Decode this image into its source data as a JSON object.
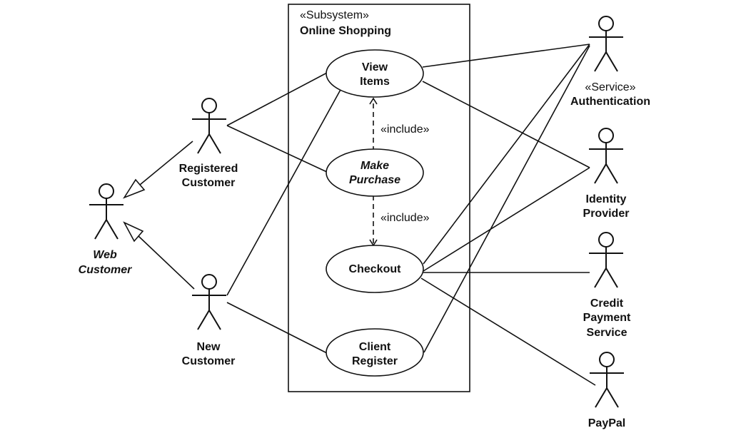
{
  "subsystem": {
    "stereotype": "«Subsystem»",
    "name": "Online Shopping"
  },
  "use_cases": {
    "view_items": {
      "line1": "View",
      "line2": "Items"
    },
    "make_purchase": {
      "line1": "Make",
      "line2": "Purchase"
    },
    "checkout": {
      "line1": "Checkout"
    },
    "client_register": {
      "line1": "Client",
      "line2": "Register"
    }
  },
  "include_label": "«include»",
  "actors": {
    "web_customer": {
      "line1": "Web",
      "line2": "Customer"
    },
    "registered_customer": {
      "line1": "Registered",
      "line2": "Customer"
    },
    "new_customer": {
      "line1": "New",
      "line2": "Customer"
    },
    "authentication": {
      "stereotype": "«Service»",
      "line1": "Authentication"
    },
    "identity_provider": {
      "line1": "Identity",
      "line2": "Provider"
    },
    "credit_payment": {
      "line1": "Credit",
      "line2": "Payment",
      "line3": "Service"
    },
    "paypal": {
      "line1": "PayPal"
    }
  }
}
